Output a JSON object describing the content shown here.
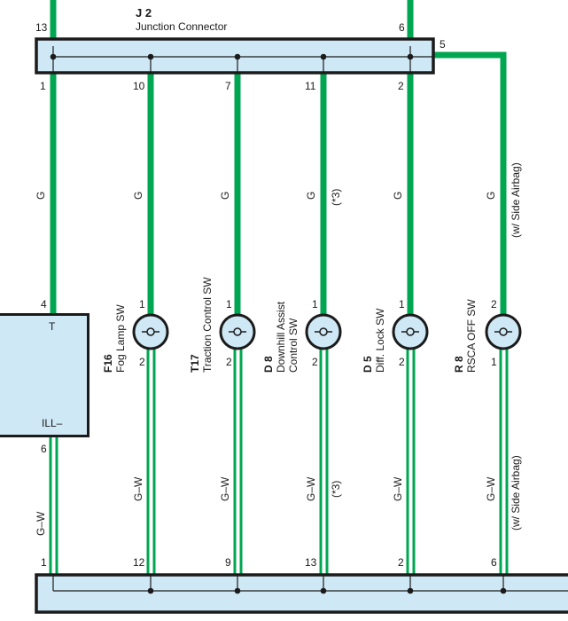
{
  "junction": {
    "ref": "J 2",
    "name": "Junction Connector"
  },
  "top_pins": {
    "left_feed": "13",
    "right_feed": "6",
    "extra": "5",
    "bottom": [
      "1",
      "10",
      "7",
      "11",
      "2"
    ]
  },
  "wires": {
    "upper": [
      "G",
      "G",
      "G",
      "G",
      "G",
      "G"
    ],
    "lower": [
      "G–W",
      "G–W",
      "G–W",
      "G–W",
      "G–W",
      "G–W"
    ],
    "note_star3": "(*3)",
    "note_side_airbag": "(w/ Side Airbag)"
  },
  "left_box": {
    "pin_top": "4",
    "pin_bottom": "6",
    "terminal_top": "T",
    "terminal_bottom": "ILL–"
  },
  "switches": [
    {
      "ref": "F16",
      "name": "Fog Lamp SW",
      "pin_top": "1",
      "pin_bottom": "2"
    },
    {
      "ref": "T17",
      "name": "Traction Control SW",
      "pin_top": "1",
      "pin_bottom": "2"
    },
    {
      "ref": "D 8",
      "name_line1": "Downhill Assist",
      "name_line2": "Control SW",
      "pin_top": "1",
      "pin_bottom": "2"
    },
    {
      "ref": "D 5",
      "name": "Diff.  Lock SW",
      "pin_top": "1",
      "pin_bottom": "2"
    },
    {
      "ref": "R 8",
      "name": "RSCA OFF SW",
      "pin_top": "2",
      "pin_bottom": "1"
    }
  ],
  "bottom_pins": [
    "1",
    "12",
    "9",
    "13",
    "2",
    "6"
  ],
  "colors": {
    "wire": "#00a651",
    "box_fill": "#cfe8f5",
    "box_border": "#1b1b1b"
  }
}
